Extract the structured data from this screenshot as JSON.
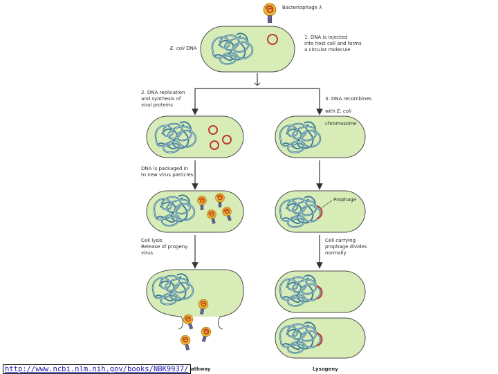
{
  "labels": {
    "phage": "Bacteriophage λ",
    "ecoli_dna_italic": "E. coli",
    "ecoli_dna_rest": " DNA",
    "step1": "1. DNA is injected\ninto host cell and forms\na circular molecule",
    "step2_lytic": "2. DNA replication\nand synthesis of\nviral proteins",
    "step2_lyso_line1": "3. DNA recombines",
    "step2_lyso_line2_pre": "with ",
    "step2_lyso_line2_italic": "E. coli",
    "step2_lyso_line3": "chromosome",
    "step3_lytic": "DNA is packaged in\nto new virus particles",
    "prophage": "Prophage",
    "step4_lytic": "Cell lysis\nRelease of progeny\nvirus",
    "step4_lyso": "Cell carrying\nprophage divides\nnormally"
  },
  "captions": {
    "lytic": "Lytic pathway",
    "lysogeny": "Lysogeny"
  },
  "source_url": "http://www.ncbi.nlm.nih.gov/books/NBK9937/",
  "colors": {
    "cell_fill": "#d8ecb8",
    "cell_stroke": "#4a4a4a",
    "dna": "#3f7c96",
    "phage_dna": "#c0392b",
    "phage_head": "#e8b830",
    "arrow": "#333333"
  }
}
